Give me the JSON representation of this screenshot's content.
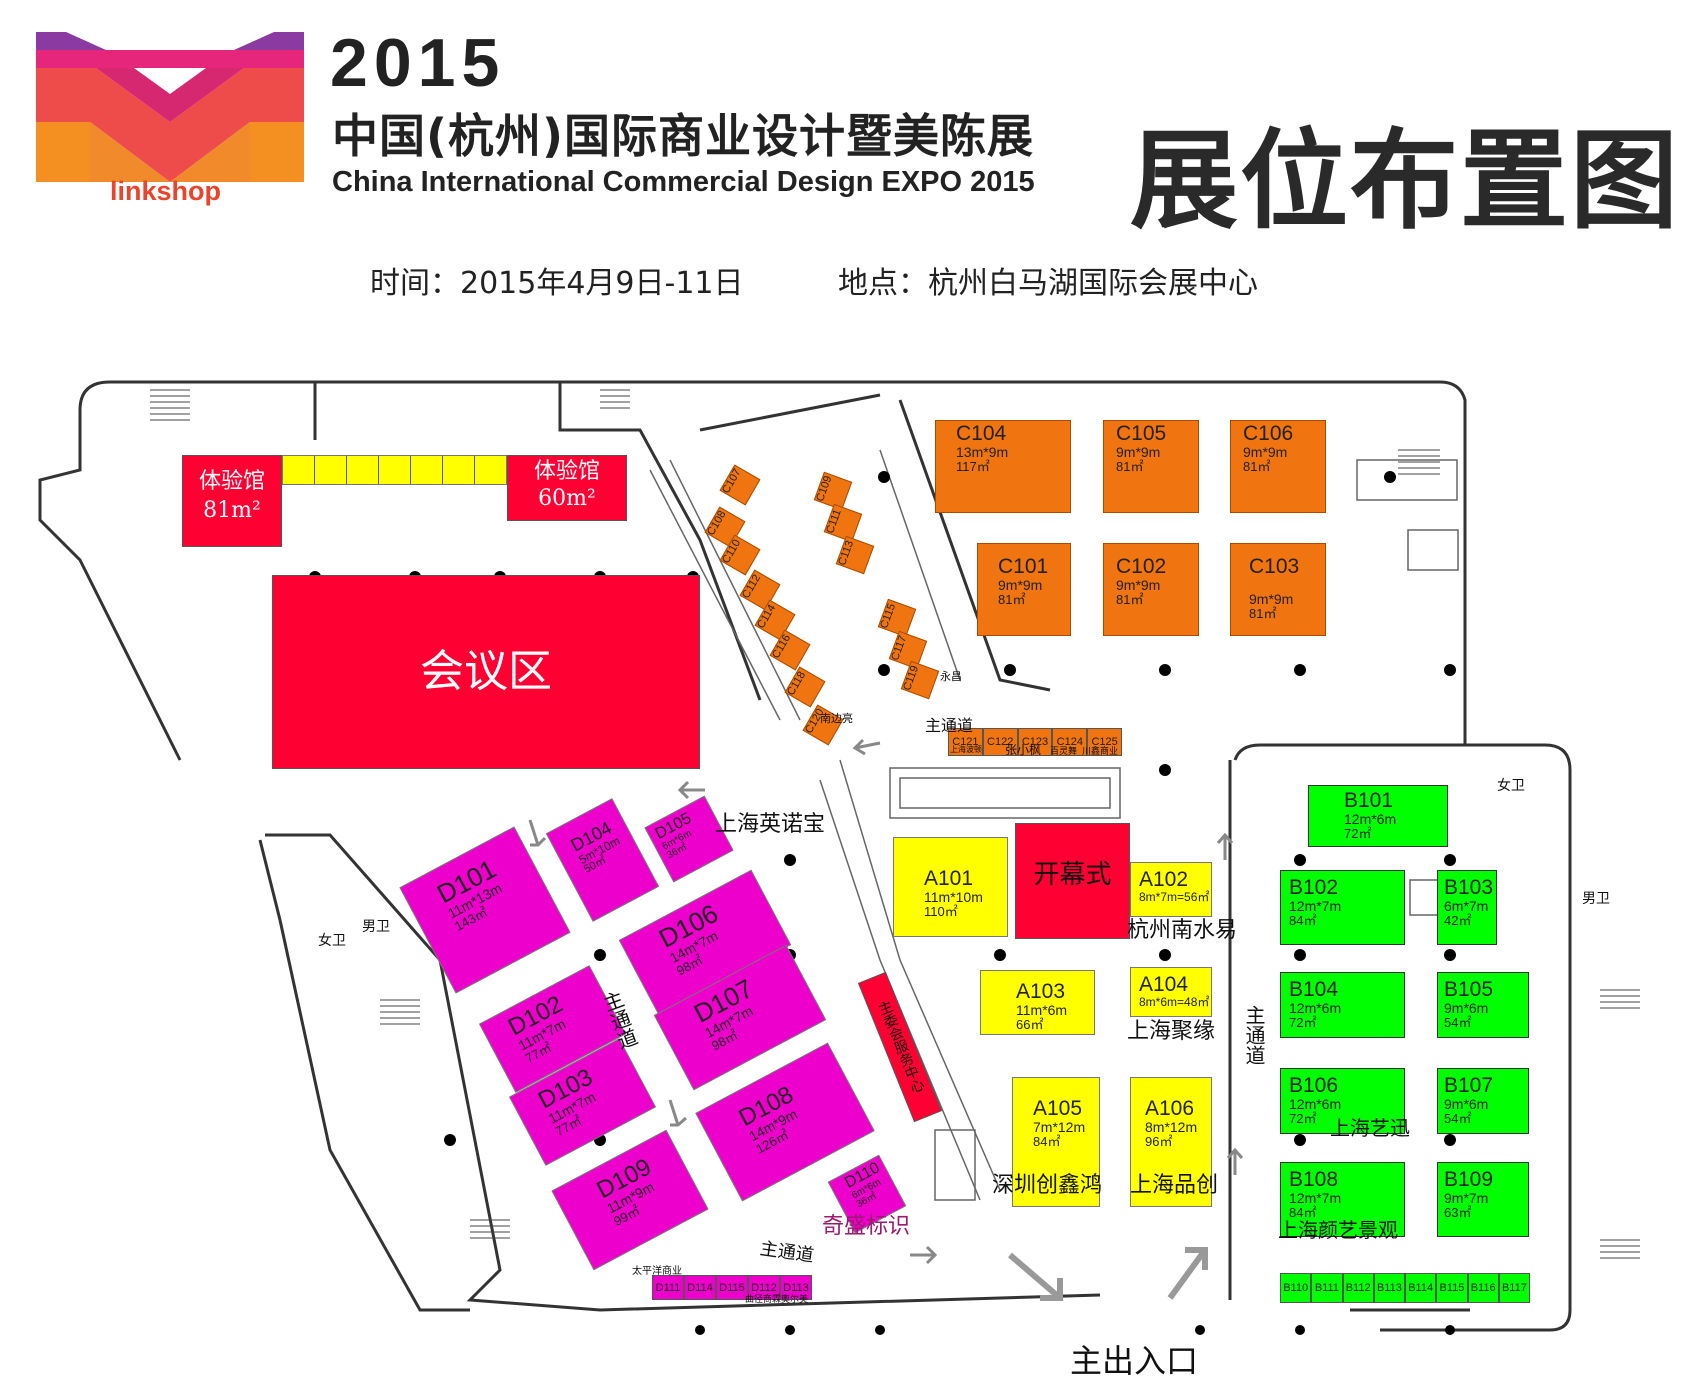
{
  "header": {
    "logo_text": "linkshop",
    "year": "2015",
    "title_cn": "中国(杭州)国际商业设计暨美陈展",
    "title_en": "China International Commercial Design EXPO 2015",
    "big_title": "展位布置图",
    "time": "时间：2015年4月9日-11日",
    "place": "地点：杭州白马湖国际会展中心"
  },
  "colors": {
    "orange": "#f07410",
    "yellow": "#ffff00",
    "green": "#00ff00",
    "magenta": "#ee00cc",
    "red": "#ff0033",
    "logo_pink": "#e8336a",
    "logo_orange": "#f39021"
  },
  "venues": {
    "exp1_name": "体验馆",
    "exp1_area": "81m²",
    "exp2_name": "体验馆",
    "exp2_area": "60m²",
    "meeting": "会议区",
    "opening": "开幕式",
    "service": "主委会服务中心"
  },
  "booths": {
    "C104": {
      "id": "C104",
      "dim": "13m*9m",
      "area": "117㎡"
    },
    "C105": {
      "id": "C105",
      "dim": "9m*9m",
      "area": "81㎡"
    },
    "C106": {
      "id": "C106",
      "dim": "9m*9m",
      "area": "81㎡"
    },
    "C101": {
      "id": "C101",
      "dim": "9m*9m",
      "area": "81㎡"
    },
    "C102": {
      "id": "C102",
      "dim": "9m*9m",
      "area": "81㎡"
    },
    "C103": {
      "id": "C103",
      "dim": "9m*9m",
      "area": "81㎡"
    },
    "A101": {
      "id": "A101",
      "dim": "11m*10m",
      "area": "110㎡"
    },
    "A102": {
      "id": "A102",
      "dim": "8m*7m=56㎡",
      "area": ""
    },
    "A103": {
      "id": "A103",
      "dim": "11m*6m",
      "area": "66㎡"
    },
    "A104": {
      "id": "A104",
      "dim": "8m*6m=48㎡",
      "area": ""
    },
    "A105": {
      "id": "A105",
      "dim": "7m*12m",
      "area": "84㎡"
    },
    "A106": {
      "id": "A106",
      "dim": "8m*12m",
      "area": "96㎡"
    },
    "B101": {
      "id": "B101",
      "dim": "12m*6m",
      "area": "72㎡"
    },
    "B102": {
      "id": "B102",
      "dim": "12m*7m",
      "area": "84㎡"
    },
    "B103": {
      "id": "B103",
      "dim": "6m*7m",
      "area": "42㎡"
    },
    "B104": {
      "id": "B104",
      "dim": "12m*6m",
      "area": "72㎡"
    },
    "B105": {
      "id": "B105",
      "dim": "9m*6m",
      "area": "54㎡"
    },
    "B106": {
      "id": "B106",
      "dim": "12m*6m",
      "area": "72㎡"
    },
    "B107": {
      "id": "B107",
      "dim": "9m*6m",
      "area": "54㎡"
    },
    "B108": {
      "id": "B108",
      "dim": "12m*7m",
      "area": "84㎡"
    },
    "B109": {
      "id": "B109",
      "dim": "9m*7m",
      "area": "63㎡"
    },
    "D101": {
      "id": "D101",
      "dim": "11m*13m",
      "area": "143㎡"
    },
    "D102": {
      "id": "D102",
      "dim": "11m*7m",
      "area": "77㎡"
    },
    "D103": {
      "id": "D103",
      "dim": "11m*7m",
      "area": "77㎡"
    },
    "D104": {
      "id": "D104",
      "dim": "5m*10m",
      "area": "50㎡"
    },
    "D105": {
      "id": "D105",
      "dim": "6m*6m",
      "area": "36㎡"
    },
    "D106": {
      "id": "D106",
      "dim": "14m*7m",
      "area": "98㎡"
    },
    "D107": {
      "id": "D107",
      "dim": "14m*7m",
      "area": "98㎡"
    },
    "D108": {
      "id": "D108",
      "dim": "14m*9m",
      "area": "126㎡"
    },
    "D109": {
      "id": "D109",
      "dim": "11m*9m",
      "area": "99㎡"
    },
    "D110": {
      "id": "D110",
      "dim": "6m*6m",
      "area": "36㎡"
    }
  },
  "small_c": [
    "C107",
    "C108",
    "C110",
    "C112",
    "C114",
    "C116",
    "C118",
    "C120",
    "C109",
    "C111",
    "C113",
    "C115",
    "C117",
    "C119"
  ],
  "c_row": [
    "C121",
    "C122",
    "C123",
    "C124",
    "C125"
  ],
  "c_row_names": [
    "上海波顿",
    "张小枫",
    "百灵舞",
    "川鑫商业"
  ],
  "b_row": [
    "B110",
    "B111",
    "B112",
    "B113",
    "B114",
    "B115",
    "B116",
    "B117"
  ],
  "d_row": [
    "D111",
    "D114",
    "D115",
    "D112",
    "D113"
  ],
  "d_row_names": [
    "太平洋商业",
    "曲径商霖",
    "奥尔美"
  ],
  "exhibitors": {
    "yongchang": "永昌",
    "nanbianliang": "南边亮",
    "inuobao": "上海英诺宝",
    "nanshuiyi": "杭州南水易",
    "juyuan": "上海聚缘",
    "yixun": "上海艺迅",
    "yanyi": "上海颜艺景观",
    "chuangxinhong": "深圳创鑫鸿",
    "pinchuang": "上海品创",
    "qisheng": "奇盛标识"
  },
  "aisles": {
    "main": "主通道",
    "entrance": "主出入口",
    "female": "女卫",
    "male": "男卫"
  }
}
